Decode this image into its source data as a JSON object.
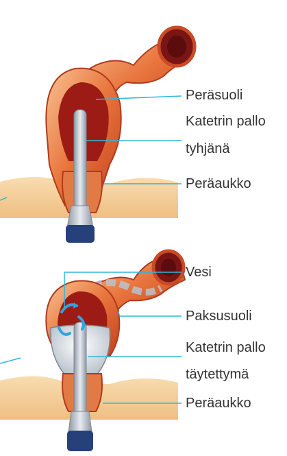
{
  "colors": {
    "leader": "#2fb6dc",
    "tissue_light": "#f6b07a",
    "tissue_mid": "#e8743c",
    "tissue_dark": "#c2401f",
    "lumen": "#8a1414",
    "skin": "#f3c88f",
    "catheter": "#b7bec8",
    "handle": "#26407a",
    "water": "#2ea4e0"
  },
  "top_diagram": {
    "labels": {
      "rectum": "Peräsuoli",
      "balloon_line1": "Katetrin pallo",
      "balloon_line2": "tyhjänä",
      "anus": "Peräaukko"
    }
  },
  "bottom_diagram": {
    "labels": {
      "water": "Vesi",
      "colon": "Paksusuoli",
      "balloon_line1": "Katetrin pallo",
      "balloon_line2": "täytettymä",
      "anus": "Peräaukko"
    }
  }
}
